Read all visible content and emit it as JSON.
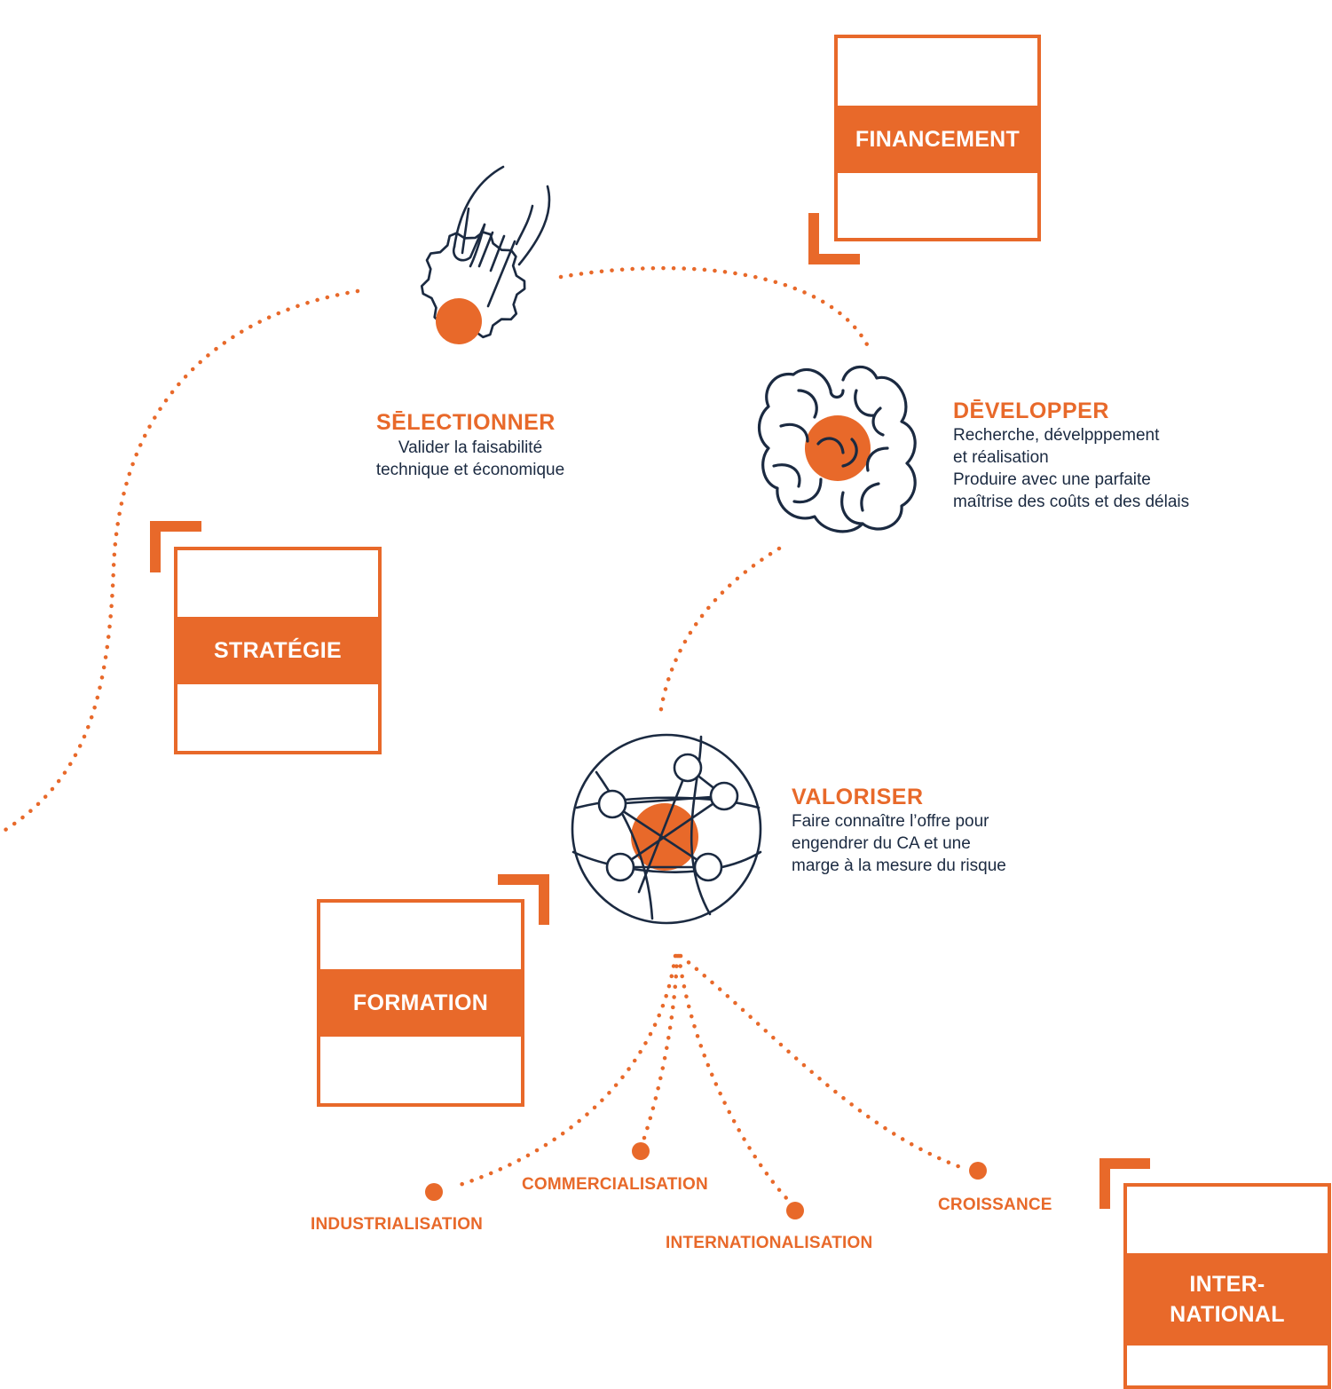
{
  "colors": {
    "accent": "#E8692A",
    "ink": "#1B2A41",
    "background": "#FFFFFF"
  },
  "cards": {
    "financement": "FINANCEMENT",
    "strategie": "STRATÉGIE",
    "formation": "FORMATION",
    "international_line1": "INTER-",
    "international_line2": "NATIONAL"
  },
  "steps": {
    "selectionner": {
      "icon": "hand-gear-icon",
      "title": "SĒLECTIONNER",
      "lines": [
        "Valider la faisabilité",
        "technique et économique"
      ]
    },
    "developper": {
      "icon": "brain-icon",
      "title": "DĒVELOPPER",
      "lines": [
        "Recherche, dévelpppement",
        "et réalisation",
        "Produire avec une parfaite",
        "maîtrise des coûts et des délais"
      ]
    },
    "valoriser": {
      "icon": "network-globe-icon",
      "title": "VALORISER",
      "lines": [
        "Faire connaître l’offre pour",
        "engendrer du CA et une",
        "marge à la mesure du risque"
      ]
    }
  },
  "outcomes": {
    "industrialisation": "INDUSTRIALISATION",
    "commercialisation": "COMMERCIALISATION",
    "internationalisation": "INTERNATIONALISATION",
    "croissance": "CROISSANCE"
  }
}
